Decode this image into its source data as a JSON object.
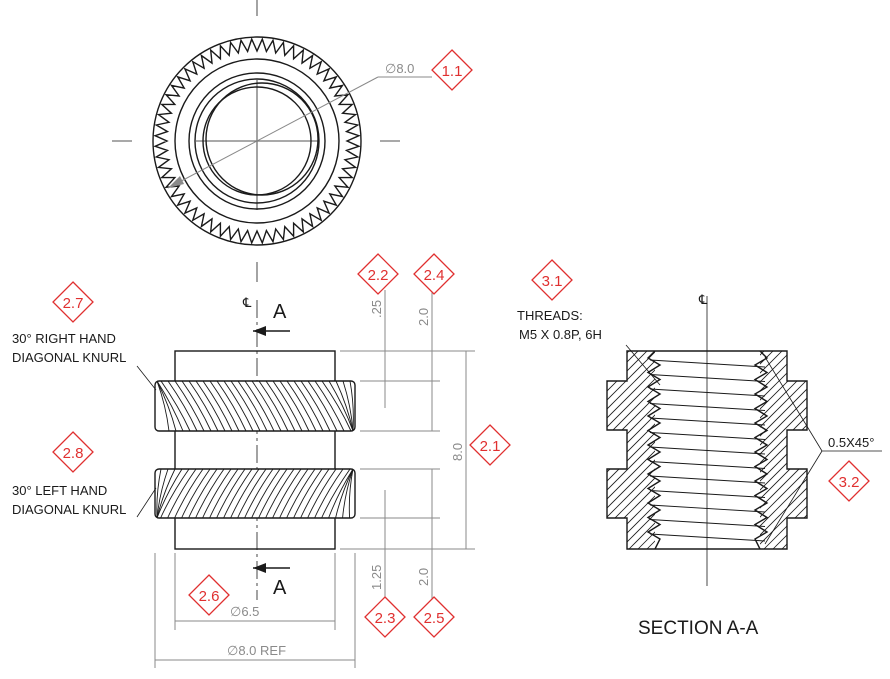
{
  "balloons": {
    "b11": "1.1",
    "b21": "2.1",
    "b22": "2.2",
    "b23": "2.3",
    "b24": "2.4",
    "b25": "2.5",
    "b26": "2.6",
    "b27": "2.7",
    "b28": "2.8",
    "b31": "3.1",
    "b32": "3.2"
  },
  "dimensions": {
    "outer_dia_top": "∅8.0",
    "overall_length": "8.0",
    "knurl_start_top": ".25",
    "knurl_width_top": "2.0",
    "knurl_start_bottom": "1.25",
    "knurl_width_bottom": "2.0",
    "body_dia": "∅6.5",
    "outer_dia_ref": "∅8.0 REF",
    "chamfer": "0.5X45°"
  },
  "notes": {
    "right_knurl_line1": "30° RIGHT HAND",
    "right_knurl_line2": "DIAGONAL KNURL",
    "left_knurl_line1": "30° LEFT HAND",
    "left_knurl_line2": "DIAGONAL KNURL",
    "threads_line1": "THREADS:",
    "threads_line2": "M5 X 0.8P, 6H"
  },
  "section": {
    "arrow_letter_top": "A",
    "arrow_letter_bottom": "A",
    "title": "SECTION A-A"
  },
  "centerline_symbol": "℄"
}
